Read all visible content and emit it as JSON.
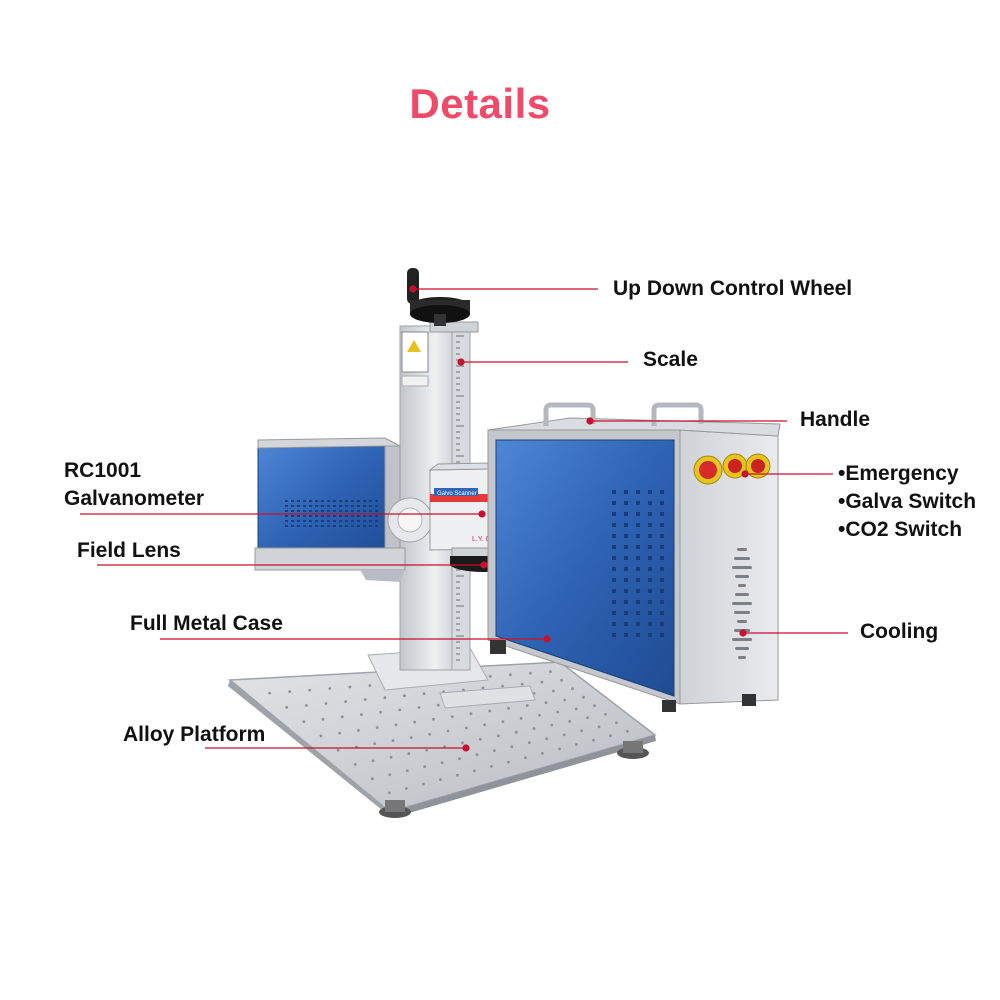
{
  "title": "Details",
  "colors": {
    "title": "#f04a6a",
    "leader_line": "#c8102e",
    "panel_blue": "#2f66b8",
    "frame_silver": "#d6d9de",
    "platform": "#c9ccd1"
  },
  "machine_text": {
    "head_label": "Galvo Scanner",
    "brand_mark": "LY",
    "brand_name": "L.Y. GROUP.CHINA"
  },
  "callouts": {
    "up_down_wheel": "Up Down Control Wheel",
    "scale": "Scale",
    "handle": "Handle",
    "controls": [
      "•Emergency",
      "•Galva Switch",
      "•CO2 Switch"
    ],
    "galvanometer": [
      "RC1001",
      "Galvanometer"
    ],
    "field_lens": "Field Lens",
    "full_metal_case": "Full Metal Case",
    "cooling": "Cooling",
    "alloy_platform": "Alloy Platform"
  }
}
